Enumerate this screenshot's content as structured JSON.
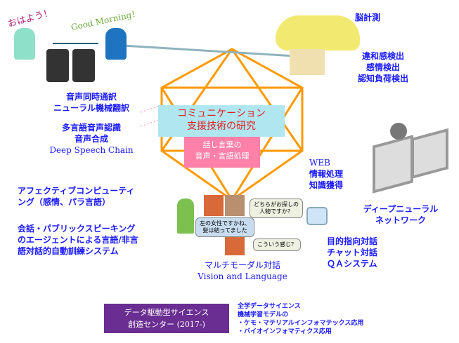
{
  "greeting_ja": "おはよう！",
  "greeting_en": "Good Morning！",
  "translation": [
    "音声同時通訳",
    "ニューラル機械翻訳"
  ],
  "speech": [
    "多言語音声認識",
    "音声合成",
    "Deep Speech Chain"
  ],
  "center": {
    "title": [
      "コミュニケーション",
      "支援技術の研究"
    ],
    "sub": [
      "話し言葉の",
      "音声・言語処理"
    ]
  },
  "brain": {
    "label": "脳計測",
    "items": [
      "違和感検出",
      "感情検出",
      "認知負荷検出"
    ]
  },
  "web": [
    "WEB",
    "情報処理",
    "知識獲得"
  ],
  "dnn": [
    "ディープニューラル",
    "ネットワーク"
  ],
  "affective": [
    "アフェクティブコンピューティ",
    "ング（感情、パラ言語）"
  ],
  "conversation": [
    "会話・パブリックスピーキング",
    "のエージェントによる言語/非言",
    "語対話的自動訓練システム"
  ],
  "dialog": {
    "bubble1": [
      "どちらがお探しの",
      "人物ですか？"
    ],
    "bubble2": [
      "左の女性ですかね、",
      "髪は結ってました"
    ],
    "bubble3": "こういう感じ？",
    "label": [
      "マルチモーダル対話",
      "Vision and Language"
    ]
  },
  "goal": [
    "目的指向対話",
    "チャット対話",
    "ＱＡシステム"
  ],
  "center_box": [
    "データ駆動型サイエンス",
    "創造センター (2017-)"
  ],
  "datasci": [
    "全学データサイエンス",
    "機械学習モデルの",
    "・ケモ・マテリアルインフォマテックス応用",
    "・バイオインフォマティクス応用"
  ],
  "colors": {
    "blue": "#1a1aff",
    "orange": "#ff9900",
    "cyan": "#b0e6f0",
    "pink": "#ff80a8",
    "purple": "#6a2d91"
  }
}
